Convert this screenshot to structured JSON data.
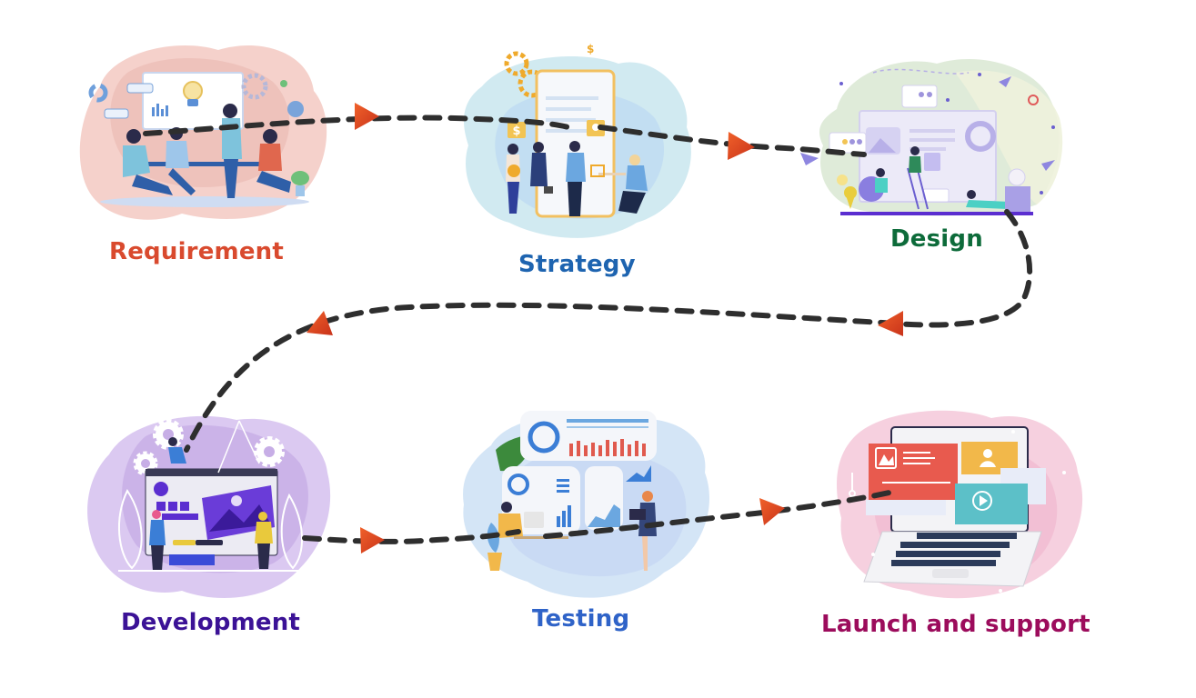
{
  "diagram": {
    "type": "process-flow",
    "direction": "zigzag: left-to-right, then right-to-left, then left-to-right",
    "connector": {
      "style": "dashed-curve",
      "color": "#2e2e2e",
      "arrow_color": "#e0461c"
    },
    "stages": [
      {
        "id": "requirement",
        "label": "Requirement",
        "color": "#d94a2e",
        "blob_colors": [
          "#f3c9c2",
          "#f7dcd6"
        ],
        "illustration": "team-meeting-whiteboard-lightbulb"
      },
      {
        "id": "strategy",
        "label": "Strategy",
        "color": "#1e64b0",
        "blob_colors": [
          "#cce8f0",
          "#bcd8f2"
        ],
        "illustration": "business-handshake-document-gears"
      },
      {
        "id": "design",
        "label": "Design",
        "color": "#0d6b3a",
        "blob_colors": [
          "#dbe9d5",
          "#eef2dc"
        ],
        "illustration": "web-designer-ladder-dashboard"
      },
      {
        "id": "development",
        "label": "Development",
        "color": "#3b1296",
        "blob_colors": [
          "#d9c6f0",
          "#c7aee6"
        ],
        "illustration": "developers-building-webpage"
      },
      {
        "id": "testing",
        "label": "Testing",
        "color": "#2f63c8",
        "blob_colors": [
          "#d2e4f6",
          "#c4d6f4"
        ],
        "illustration": "analyst-charts-dashboard"
      },
      {
        "id": "launch",
        "label": "Launch and support",
        "color": "#9c0c5c",
        "blob_colors": [
          "#f6cddd",
          "#f0bad0"
        ],
        "illustration": "laptop-with-web-windows"
      }
    ],
    "connections": [
      {
        "from": "requirement",
        "to": "strategy"
      },
      {
        "from": "strategy",
        "to": "design"
      },
      {
        "from": "design",
        "to": "development"
      },
      {
        "from": "development",
        "to": "testing"
      },
      {
        "from": "testing",
        "to": "launch"
      }
    ]
  }
}
